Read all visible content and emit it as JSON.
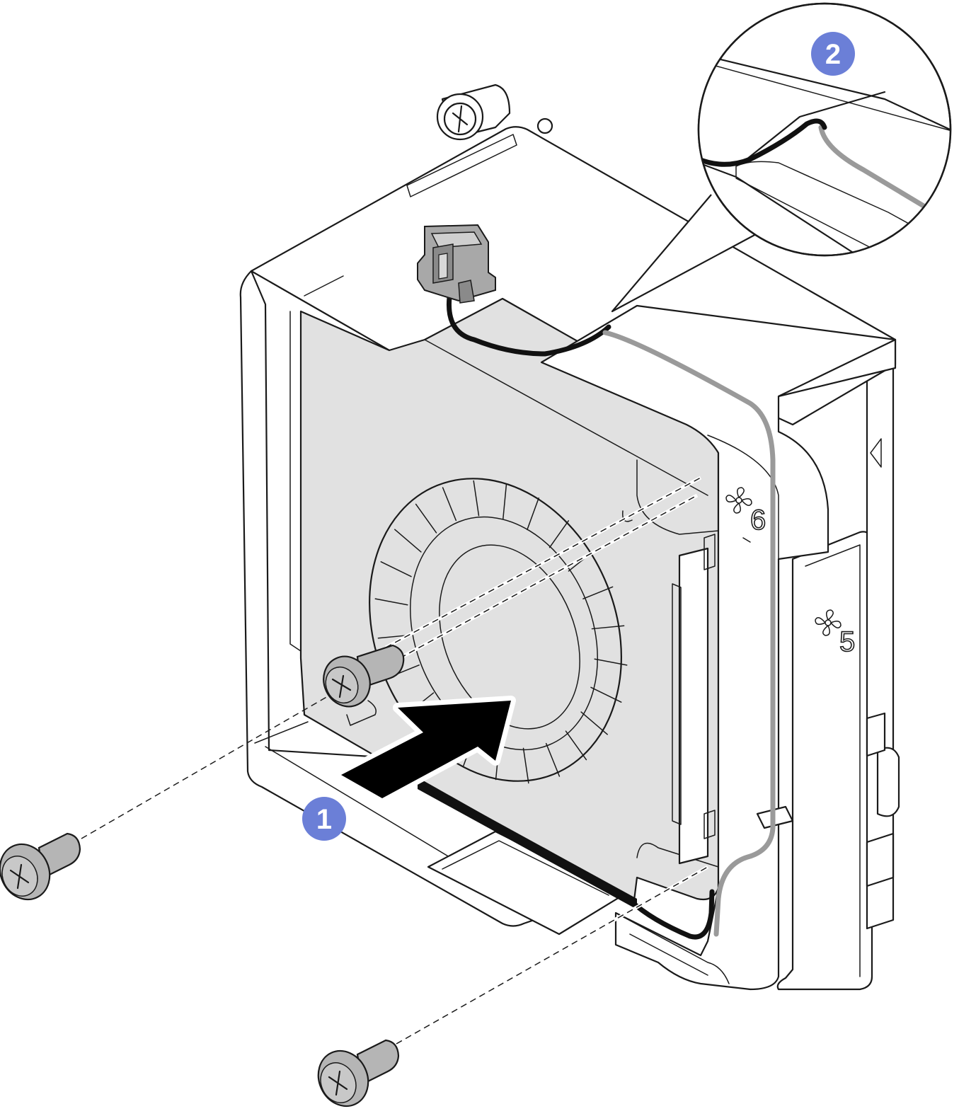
{
  "callouts": {
    "step1": {
      "number": "1",
      "color": "#6b7fd7"
    },
    "step2": {
      "number": "2",
      "color": "#6b7fd7"
    }
  },
  "fan_labels": {
    "upper": "6",
    "lower": "5"
  },
  "icons": {
    "fan_symbol": "fan-icon",
    "screw": "phillips-screw-icon",
    "insert_arrow": "arrow-icon",
    "connector": "fan-connector-icon"
  },
  "colors": {
    "fan_body": "#e1e1e1",
    "cable_black": "#111111",
    "cable_grey": "#9a9a9a",
    "screw": "#b5b5b5",
    "callout": "#6b7fd7"
  }
}
